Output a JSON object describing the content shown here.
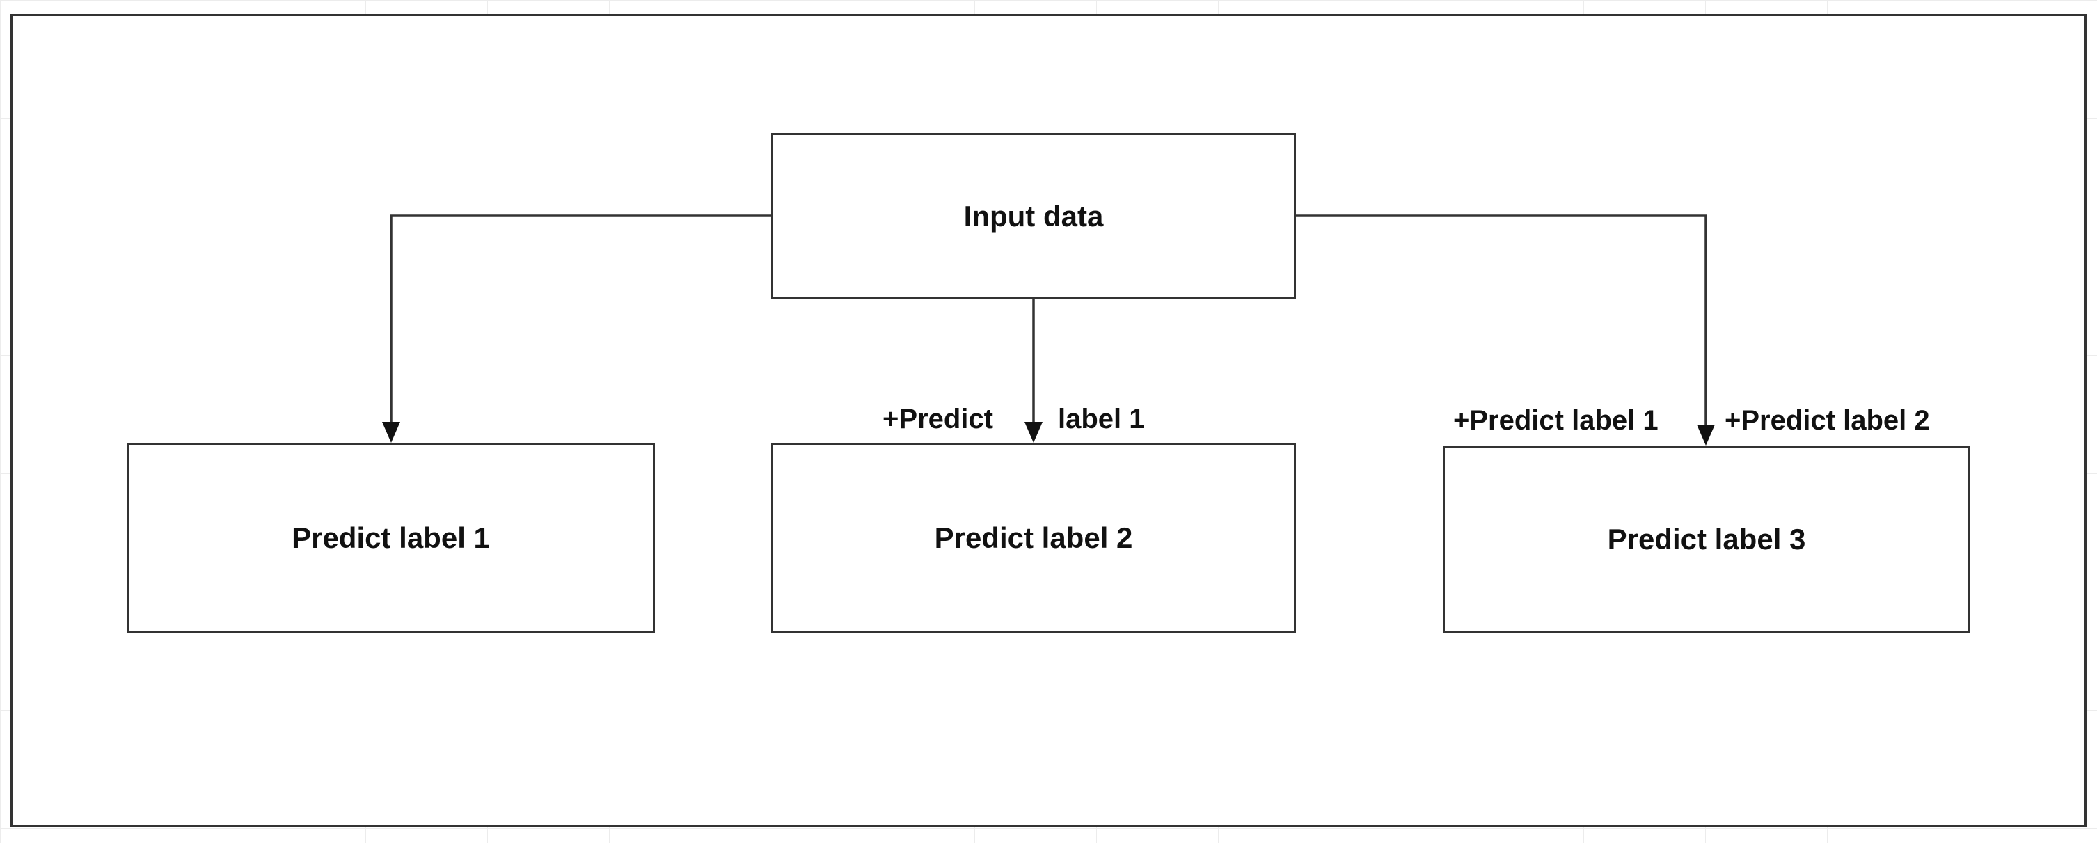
{
  "colors": {
    "stroke": "#333333",
    "text": "#111111",
    "grid": "#ececec",
    "background": "#ffffff"
  },
  "nodes": {
    "input": "Input data",
    "label1": "Predict label 1",
    "label2": "Predict label 2",
    "label3": "Predict label 3"
  },
  "edge_labels": {
    "to_label2_left": "+Predict",
    "to_label2_right": "label 1",
    "to_label3_left": "+Predict label 1",
    "to_label3_right": "+Predict label 2"
  }
}
